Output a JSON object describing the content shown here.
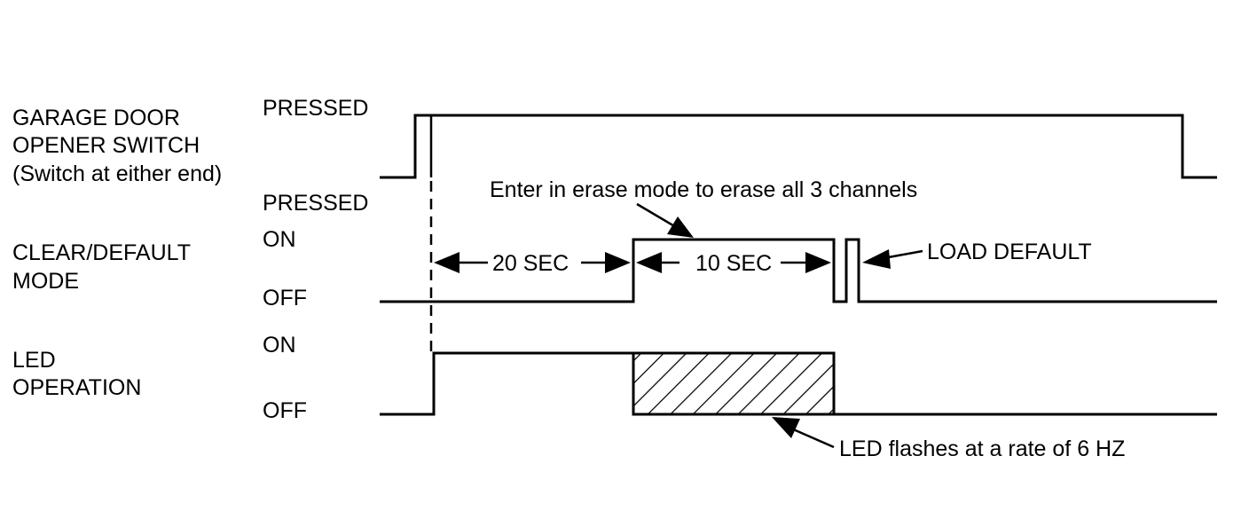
{
  "signals": [
    {
      "name_lines": [
        "GARAGE DOOR",
        "OPENER SWITCH",
        "(Switch at either end)"
      ],
      "high_state": "PRESSED",
      "low_state": "PRESSED"
    },
    {
      "name_lines": [
        "CLEAR/DEFAULT",
        "MODE"
      ],
      "high_state": "ON",
      "low_state": "OFF"
    },
    {
      "name_lines": [
        "LED",
        "OPERATION"
      ],
      "high_state": "ON",
      "low_state": "OFF"
    }
  ],
  "timing": {
    "first_interval": "20 SEC",
    "second_interval": "10 SEC"
  },
  "annotations": {
    "erase_mode": "Enter in erase mode to erase all 3 channels",
    "load_default": "LOAD DEFAULT",
    "led_flash": "LED flashes at a rate of 6 HZ"
  }
}
